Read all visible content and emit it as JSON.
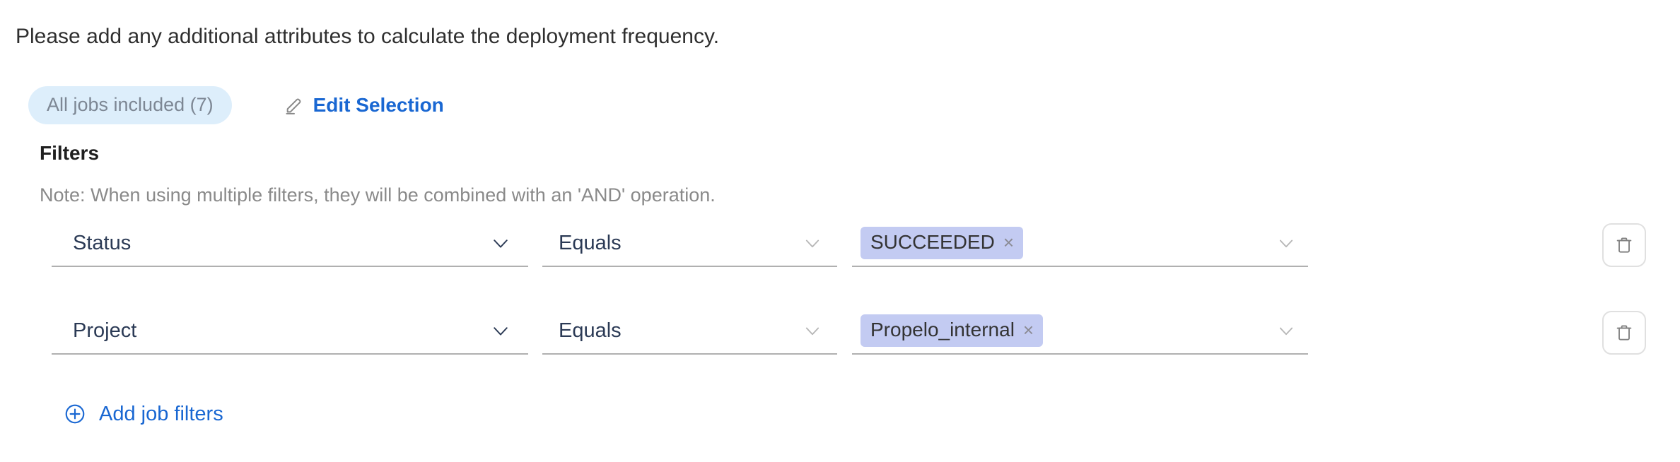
{
  "intro": {
    "text": "Please add any additional attributes to calculate the deployment frequency."
  },
  "selection": {
    "badge_label": "All jobs included (7)",
    "edit_label": "Edit Selection",
    "edit_icon": "pencil-icon"
  },
  "filters": {
    "heading": "Filters",
    "note": "Note: When using multiple filters, they will be combined with an 'AND' operation.",
    "add_label": "Add job filters",
    "add_icon": "plus-circle-icon",
    "delete_icon": "trash-icon",
    "rows": [
      {
        "attribute": "Status",
        "operator": "Equals",
        "values": [
          {
            "label": "SUCCEEDED",
            "remove": "×"
          }
        ]
      },
      {
        "attribute": "Project",
        "operator": "Equals",
        "values": [
          {
            "label": "Propelo_internal",
            "remove": "×"
          }
        ]
      }
    ]
  },
  "colors": {
    "link": "#1967d2",
    "badge_bg": "#ddeefb",
    "badge_text": "#7d8794",
    "chip_bg": "#c3cbf2",
    "chip_text": "#333333",
    "field_text": "#2b3a55",
    "field_underline": "#b0b0b0",
    "note_text": "#8a8a8a"
  }
}
